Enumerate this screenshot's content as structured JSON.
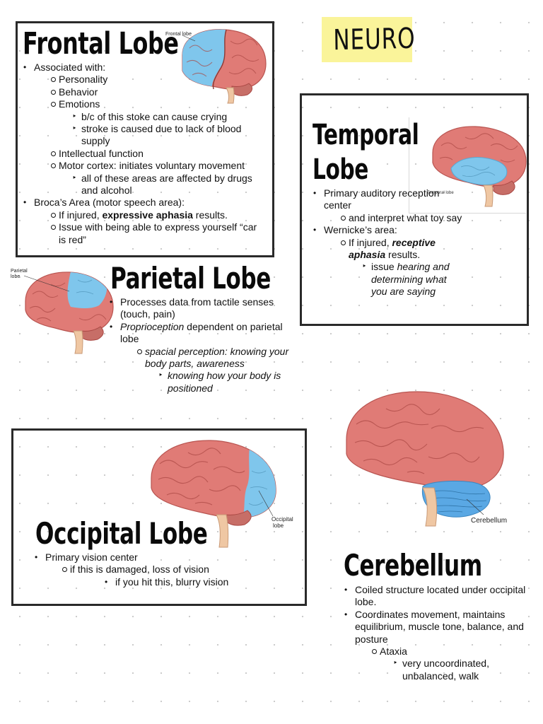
{
  "title": "NEURO",
  "frontal": {
    "heading": "Frontal Lobe",
    "image_label": "Frontal lobe",
    "lines": [
      "Associated with:",
      "Personality",
      "Behavior",
      "Emotions",
      "b/c of this stoke can cause crying",
      "stroke is caused due to lack of blood",
      "supply",
      "Intellectual function",
      "Motor cortex: initiates voluntary movement",
      "all of these areas are affected by drugs",
      "and alcohol",
      "Broca’s Area (motor speech area):",
      "If injured, ",
      "expressive aphasia",
      " results.",
      "Issue with being able to express yourself “car",
      "is red”"
    ]
  },
  "temporal": {
    "heading_1": "Temporal",
    "heading_2": "Lobe",
    "image_label": "Temporal lobe",
    "lines": [
      "Primary auditory reception",
      "center",
      "and interpret what toy say",
      "Wernicke’s area:",
      "If injured, ",
      "receptive",
      "aphasia",
      " results.",
      "issue ",
      "hearing and",
      "determining what",
      "you are saying"
    ]
  },
  "parietal": {
    "heading": "Parietal Lobe",
    "image_label_1": "Parietal",
    "image_label_2": "lobe",
    "lines": [
      "Processes data from tactile senses",
      "(touch, pain)",
      "Proprioception",
      " dependent on parietal",
      "lobe",
      "spacial perception: knowing your",
      "body parts, awareness",
      "knowing how your body is",
      "positioned"
    ]
  },
  "occipital": {
    "heading": "Occipital Lobe",
    "image_label_1": "Occipital",
    "image_label_2": "lobe",
    "lines": [
      "Primary vision center",
      "if this is damaged, loss of vision",
      "if you hit this, blurry vision"
    ]
  },
  "cerebellum": {
    "heading": "Cerebellum",
    "image_label": "Cerebellum",
    "lines": [
      "Coiled structure located under occipital",
      "lobe.",
      "Coordinates movement, maintains",
      "equilibrium, muscle tone, balance, and",
      "posture",
      "Ataxia",
      "very uncoordinated,",
      "unbalanced, walk"
    ]
  },
  "colors": {
    "brain": "#e07b76",
    "brain_dark": "#b85450",
    "highlight": "#7fc6ec",
    "stem": "#efc7a3",
    "title_bg": "#faf49a",
    "border": "#2a2a2a"
  },
  "icons": [
    "brain-frontal-icon",
    "brain-temporal-icon",
    "brain-parietal-icon",
    "brain-occipital-icon",
    "brain-cerebellum-icon"
  ]
}
